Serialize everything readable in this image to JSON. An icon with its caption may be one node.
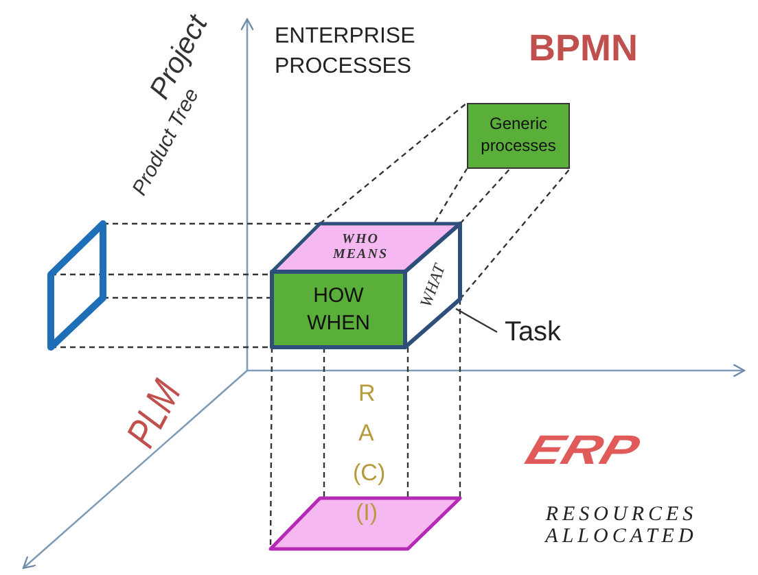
{
  "diagram": {
    "title": "BPMN",
    "nodes": [
      {
        "text": [
          "WHO MEANS"
        ]
      },
      {
        "text": [
          "HOW WHEN"
        ]
      },
      {
        "text": [
          "WHAT"
        ]
      },
      {
        "text": [
          "Generic processes"
        ]
      },
      {
        "text": [
          "Task"
        ]
      },
      {
        "text": [],
        "shape": "parallelogram"
      },
      {
        "text": [],
        "shape": "parallelogram"
      }
    ],
    "edges": [
      {
        "from": 4,
        "to": 2,
        "arrow": "none"
      },
      {
        "from": 5,
        "to": 0,
        "arrow": "none",
        "style": "dashed"
      },
      {
        "from": 5,
        "to": 1,
        "arrow": "none",
        "style": "dashed"
      },
      {
        "from": 5,
        "to": 1,
        "arrow": "none",
        "style": "dashed"
      },
      {
        "from": 5,
        "to": 1,
        "arrow": "none",
        "style": "dashed"
      },
      {
        "from": 0,
        "to": 3,
        "arrow": "none",
        "style": "dashed"
      },
      {
        "from": 0,
        "to": 3,
        "arrow": "none",
        "style": "dashed"
      },
      {
        "from": 2,
        "to": 3,
        "arrow": "none",
        "style": "dashed"
      },
      {
        "from": 2,
        "to": 3,
        "arrow": "none",
        "style": "dashed"
      },
      {
        "from": 1,
        "to": 6,
        "arrow": "none",
        "style": "dashed"
      },
      {
        "from": 1,
        "to": 6,
        "arrow": "none",
        "style": "dashed"
      },
      {
        "from": 1,
        "to": 6,
        "arrow": "none",
        "style": "dashed"
      },
      {
        "from": 2,
        "to": 6,
        "arrow": "none",
        "style": "dashed"
      }
    ],
    "labels": [
      "ENTERPRISE PROCESSES",
      "Project",
      "Product Tree",
      "PLM",
      "R",
      "A",
      "(C)",
      "(I)",
      "ERP",
      "RESOURCES ALLOCATED"
    ]
  }
}
